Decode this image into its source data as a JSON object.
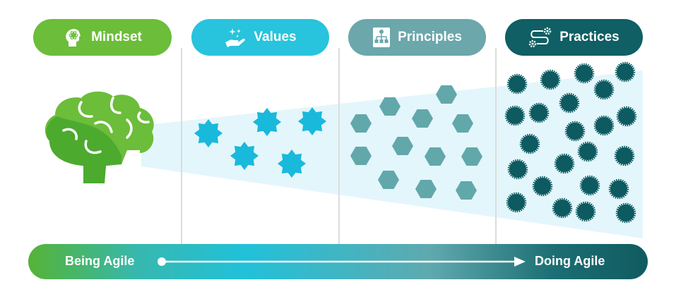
{
  "colors": {
    "mindset": "#6cbd3a",
    "values": "#28c3dc",
    "principles": "#6ba7ab",
    "practices": "#0f5f64",
    "brain_light": "#6cbd3a",
    "brain_dark": "#4caa2e",
    "star": "#19b9dc",
    "hexagon": "#62a8ab",
    "dot": "#0d5a61",
    "beam": "#e3f6fb"
  },
  "headers": [
    {
      "label": "Mindset",
      "icon": "head-atom-icon"
    },
    {
      "label": "Values",
      "icon": "hand-sparkles-icon"
    },
    {
      "label": "Principles",
      "icon": "org-chart-icon"
    },
    {
      "label": "Practices",
      "icon": "workflow-gears-icon"
    }
  ],
  "bar": {
    "left_label": "Being Agile",
    "right_label": "Doing Agile"
  },
  "illustration": {
    "brain": "brain-icon",
    "values_shapes": "star",
    "principles_shapes": "hexagon",
    "practices_shapes": "dot"
  }
}
